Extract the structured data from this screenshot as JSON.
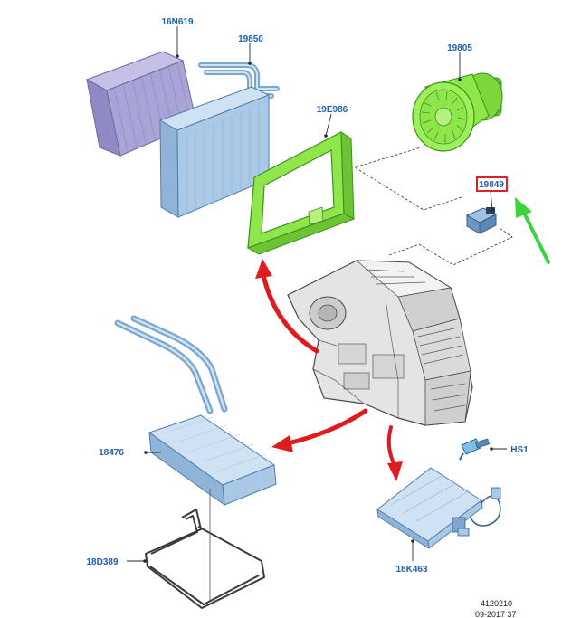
{
  "colors": {
    "callout_text": "#1f5fa8",
    "leader": "#1f2d3d",
    "highlight_box": "#d8232a",
    "green_arrow": "#3cd43c",
    "red_arrow": "#e01b1b",
    "filter_fill": "#a9a4d6",
    "evaporator_fill": "#a9c9e6",
    "green_part": "#8fe64a",
    "metal_grey": "#d9d9d9"
  },
  "callouts": {
    "cabin_filter": "16N619",
    "evaporator_core": "19850",
    "blower_motor": "19805",
    "evaporator_seal": "19E986",
    "blower_resistor": "19849",
    "heater_core": "18476",
    "sensor": "HS1",
    "heater_core_bracket": "18D389",
    "module": "18K463"
  },
  "footer": {
    "figure_id": "4120210",
    "date": "09-2017 37"
  }
}
